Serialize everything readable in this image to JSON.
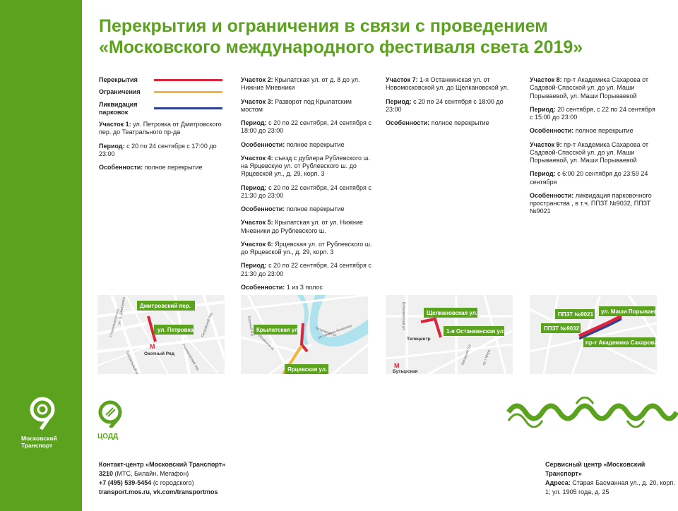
{
  "title": {
    "line1": "Перекрытия и ограничения в связи с проведением",
    "line2": "«Московского международного фестиваля света 2019»"
  },
  "legend": [
    {
      "label": "Перекрытия",
      "color": "#d9263c"
    },
    {
      "label": "Ограничения",
      "color": "#f3b33d"
    },
    {
      "label": "Ликвидация парковок",
      "color": "#2f3f94"
    }
  ],
  "columns": {
    "col1": {
      "sections": [
        {
          "label": "Участок 1:",
          "text": " ул. Петровка от Дмитровского пер. до Театрального пр-да"
        },
        {
          "label": "Период:",
          "text": " с 20 по 24 сентября с 17:00 до 23:00"
        },
        {
          "label": "Особенности:",
          "text": " полное перекрытие"
        }
      ]
    },
    "col2": {
      "sections": [
        {
          "label": "Участок 2:",
          "text": " Крылатская ул. от д. 8 до ул. Нижние Мневники"
        },
        {
          "label": "Участок 3:",
          "text": " Разворот под Крылатским мостом"
        },
        {
          "label": "Период:",
          "text": " с 20 по 22 сентября, 24 сентября с 18:00 до 23:00"
        },
        {
          "label": "Особенности:",
          "text": " полное перекрытие"
        },
        {
          "label": "Участок 4:",
          "text": " съезд с дублера Рублевского ш. на Ярцевскую ул. от Рублевского ш. до Ярцевской ул., д. 29, корп. 3"
        },
        {
          "label": "Период:",
          "text": " с 20 по 22 сентября, 24 сентября с 21:30 до 23:00"
        },
        {
          "label": "Особенности:",
          "text": " полное перекрытие"
        },
        {
          "label": "Участок 5:",
          "text": " Крылатская ул. от ул. Нижние Мневники до Рублевского ш."
        },
        {
          "label": "Участок 6:",
          "text": " Ярцевская ул. от Рублевского ш. до Ярцевской ул., д. 29, корп. 3"
        },
        {
          "label": "Период:",
          "text": " с 20 по 22 сентября, 24 сентября с 21:30 до 23:00"
        },
        {
          "label": "Особенности:",
          "text": " 1 из 3 полос"
        }
      ]
    },
    "col3": {
      "sections": [
        {
          "label": "Участок 7:",
          "text": " 1-я Останкинская ул. от Новомосковской ул. до Щелкановской ул."
        },
        {
          "label": "Период:",
          "text": " с 20 по 24 сентября с 18:00 до 23:00"
        },
        {
          "label": "Особенности:",
          "text": " полное перекрытие"
        }
      ]
    },
    "col4": {
      "sections": [
        {
          "label": "Участок 8:",
          "text": " пр-т Академика Сахарова от Садовой-Спасской ул. до ул. Маши Порываевой, ул. Маши Порываевой"
        },
        {
          "label": "Период:",
          "text": " 20 сентября, с 22 по 24 сентября с 15:00 до 23:00"
        },
        {
          "label": "Особенности:",
          "text": " полное перекрытие"
        },
        {
          "label": "Участок 9:",
          "text": " пр-т Академика Сахарова от Садовой-Спасской ул. до ул. Маши Порываевой, ул. Маши Порываевой"
        },
        {
          "label": "Период:",
          "text": " с 6:00 20 сентября до 23:59 24 сентября"
        },
        {
          "label": "Особенности:",
          "text": " ликвидация парковочного пространства , в т.ч. ППЗТ №9032, ППЗТ №9021"
        }
      ]
    }
  },
  "maps": {
    "map1": {
      "tag1": "Дмитровский пер.",
      "tag2": "ул. Петровка",
      "metro": "Охотный Ряд",
      "streets": [
        "ул. Б. Дмитровка",
        "Столешников пер.",
        "Театральный пр-д",
        "Рахмановский пер.",
        "Петровский пер."
      ]
    },
    "map2": {
      "tag1": "Крылатская ул.",
      "tag2": "Ярцевская ул.",
      "streets": [
        "Осенний б-р",
        "Рублевское ш.",
        "Островная ул.",
        "ул. Нижние Мневники"
      ]
    },
    "map3": {
      "tag1": "Щелкановская ул.",
      "tag2": "1-я Останкинская ул.",
      "label": "Телецентр",
      "metro": "Бутырская",
      "streets": [
        "Ботаническая ул.",
        "Звездный б-р",
        "пр-т Мира"
      ]
    },
    "map4": {
      "tag1": "ППЗТ №9021",
      "tag2": "ул. Маши Порываевой",
      "tag3": "ППЗТ №9032",
      "tag4": "пр-т Академика Сахарова"
    }
  },
  "logos": {
    "mt_name_line1": "Московский",
    "mt_name_line2": "Транспорт",
    "cod_name": "ЦОДД"
  },
  "footer_left": {
    "title": "Контакт-центр «Московский Транспорт»",
    "line1_bold": "3210",
    "line1_rest": " (МТС, Билайн, Мегафон)",
    "line2_bold": "+7 (495) 539-5454",
    "line2_rest": " (с городского)",
    "line3": "transport.mos.ru, vk.com/transportmos"
  },
  "footer_right": {
    "title": "Сервисный центр «Московский Транспорт»",
    "label": "Адреса:",
    "text": " Старая Басманная ул., д. 20, корп. 1; ул. 1905 года, д. 25"
  },
  "colors": {
    "green": "#5ba31e",
    "red": "#d9263c",
    "orange": "#f3b33d",
    "blue": "#2f3f94"
  }
}
